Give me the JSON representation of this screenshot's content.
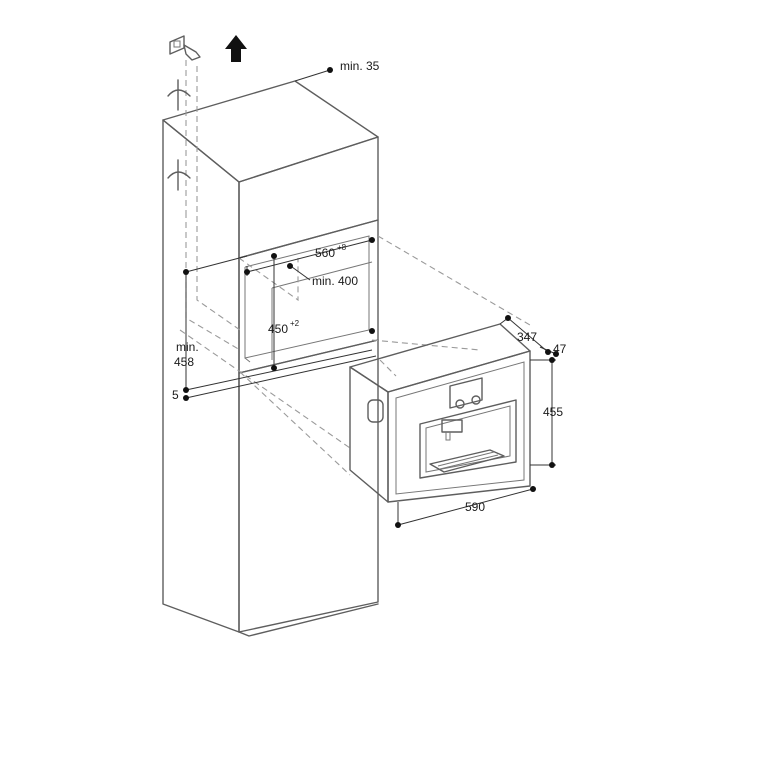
{
  "labels": {
    "top_clearance": "min. 35",
    "niche_width": "560",
    "niche_width_tol": "+8",
    "niche_depth": "min. 400",
    "niche_height": "450",
    "niche_height_tol": "+2",
    "floor_min_prefix": "min.",
    "floor_min_value": "458",
    "base_offset": "5",
    "appliance_depth": "347",
    "front_depth": "47",
    "appliance_height": "455",
    "appliance_width": "590"
  },
  "icons": [
    "power-socket-icon",
    "upward-arrow-icon",
    "cable-break-icon"
  ],
  "colors": {
    "line": "#5e5e5e",
    "dashed": "#9a9a9a",
    "text": "#1a1a1a",
    "dot": "#111111"
  }
}
